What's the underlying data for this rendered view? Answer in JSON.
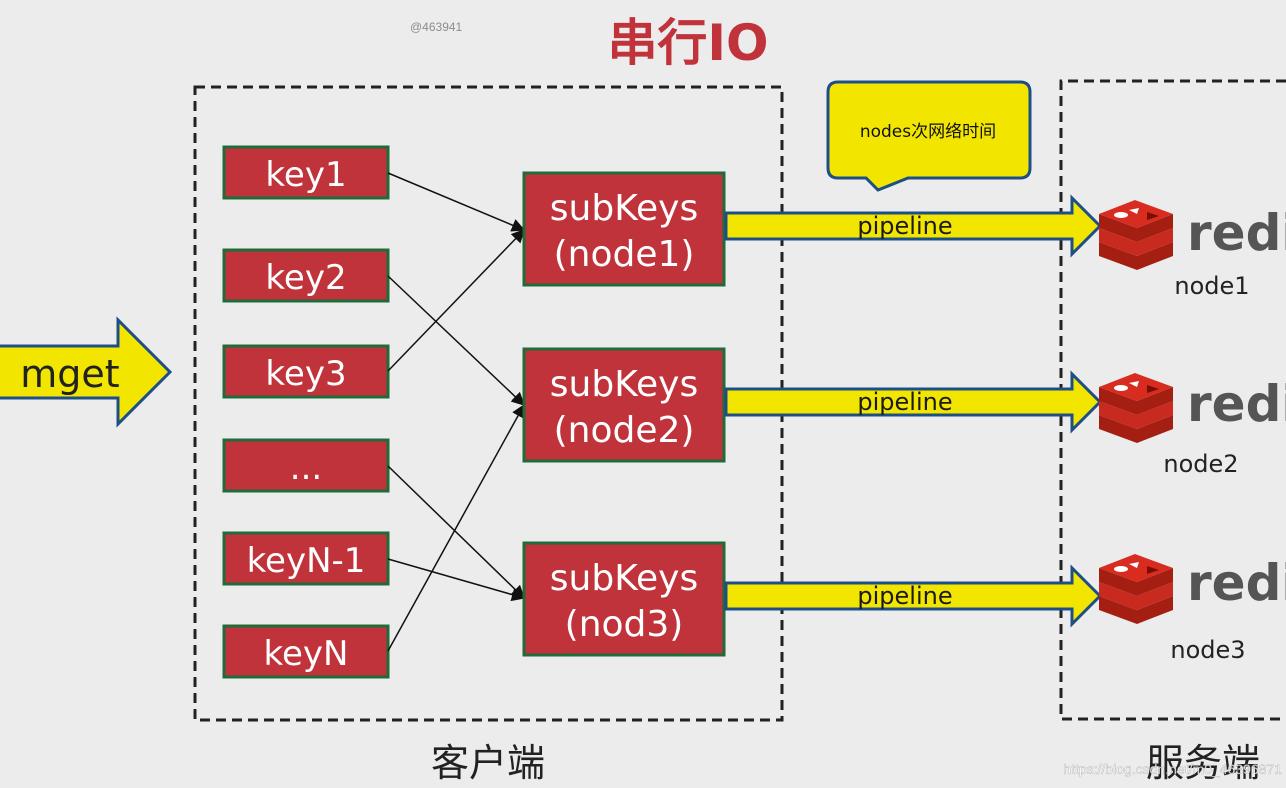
{
  "watermark_top": "@463941",
  "title": "串行IO",
  "entry_arrow": {
    "label": "mget"
  },
  "client": {
    "caption": "客户端",
    "keys": [
      "key1",
      "key2",
      "key3",
      "...",
      "keyN-1",
      "keyN"
    ],
    "groups": [
      {
        "line1": "subKeys",
        "line2": "(node1)"
      },
      {
        "line1": "subKeys",
        "line2": "(node2)"
      },
      {
        "line1": "subKeys",
        "line2": "(nod3)"
      }
    ]
  },
  "callout": {
    "text": "nodes次网络时间"
  },
  "pipelines": [
    "pipeline",
    "pipeline",
    "pipeline"
  ],
  "server": {
    "caption": "服务端",
    "nodes": [
      {
        "logo_text": "redis",
        "label": "node1"
      },
      {
        "logo_text": "redis",
        "label": "node2"
      },
      {
        "logo_text": "redis",
        "label": "node3"
      }
    ]
  },
  "watermark_bottom": "https://blog.csdn.net/m0_46396871",
  "colors": {
    "key_fill": "#c1333b",
    "key_border": "#1f6b3a",
    "arrow_fill": "#f2e600",
    "arrow_border": "#1d4e86",
    "callout_fill": "#f2e600",
    "title": "#c0333b",
    "redis_red": "#d82c20"
  },
  "icons": [
    "redis-logo-icon"
  ]
}
